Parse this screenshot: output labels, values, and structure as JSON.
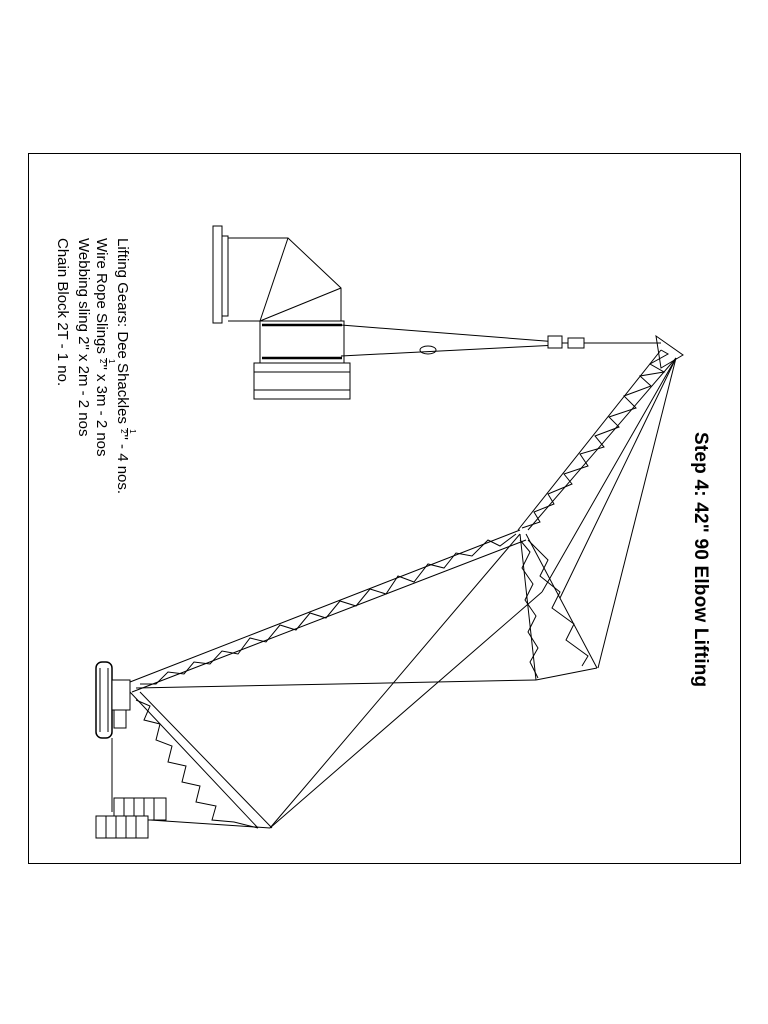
{
  "title": "Step 4: 42\" 90 Elbow Lifting",
  "notes": {
    "line1_prefix": "Lifting Gears: Dee Shackles ",
    "line1_suffix": " - 4 nos.",
    "line2_prefix": "Wire Rope Slings ",
    "line2_suffix": " x 3m - 2 nos",
    "line3": "Webbing sling 2\" x 2m - 2 nos",
    "line4": "Chain Block 2T - 1 no.",
    "fraction_num": "1",
    "fraction_den": "2",
    "fraction_unit": "\""
  }
}
